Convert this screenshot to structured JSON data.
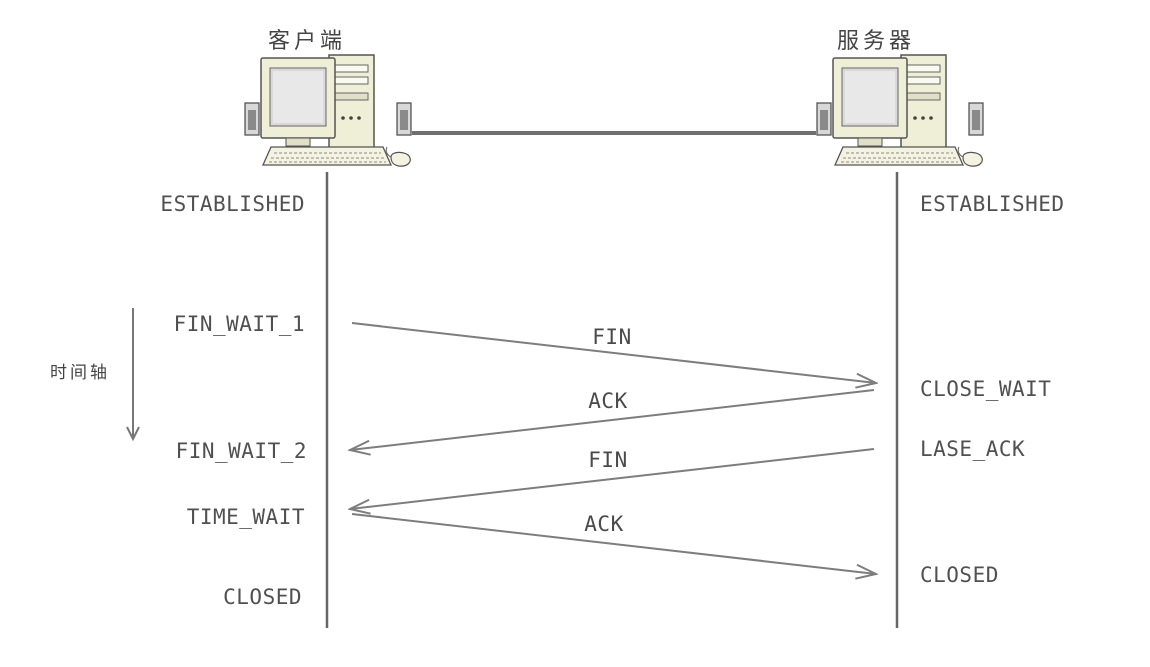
{
  "client": {
    "title": "客户端",
    "states": [
      "ESTABLISHED",
      "FIN_WAIT_1",
      "FIN_WAIT_2",
      "TIME_WAIT",
      "CLOSED"
    ]
  },
  "server": {
    "title": "服务器",
    "states": [
      "ESTABLISHED",
      "CLOSE_WAIT",
      "LASE_ACK",
      "CLOSED"
    ]
  },
  "time_axis": {
    "label": "时间轴"
  },
  "messages": [
    {
      "label": "FIN",
      "direction": "client-to-server"
    },
    {
      "label": "ACK",
      "direction": "server-to-client"
    },
    {
      "label": "FIN",
      "direction": "server-to-client"
    },
    {
      "label": "ACK",
      "direction": "client-to-server"
    }
  ],
  "icons": {
    "client": "desktop-computer-icon",
    "server": "desktop-computer-icon"
  },
  "colors": {
    "line": "#666666",
    "arrow": "#7d7d7d",
    "text": "#505050",
    "computer_body": "#efeed6",
    "screen": "#d9d9d9"
  }
}
